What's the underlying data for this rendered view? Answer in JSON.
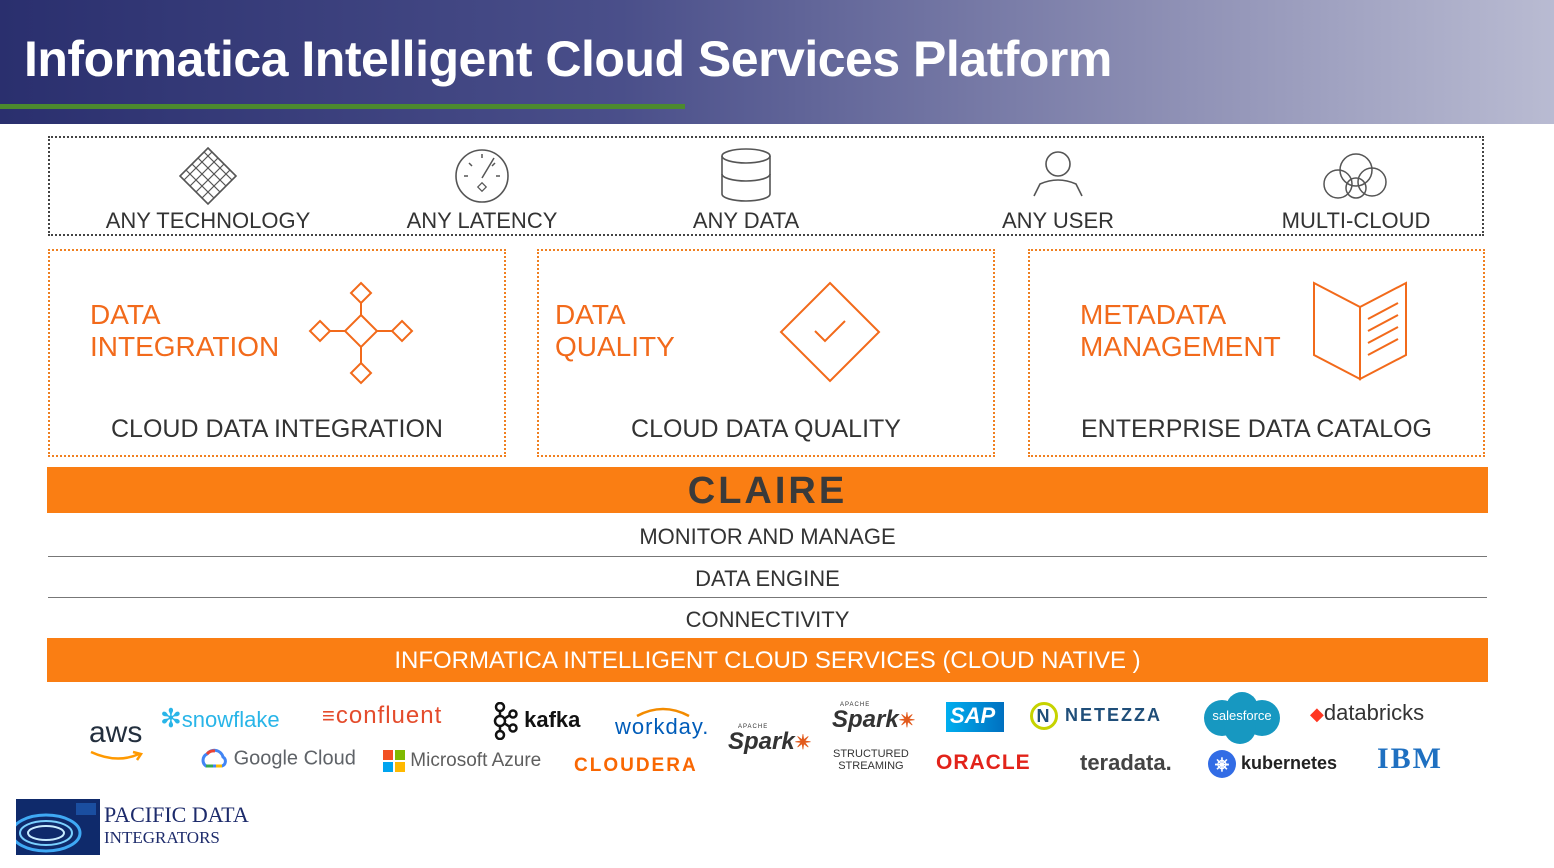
{
  "header": {
    "title": "Informatica Intelligent Cloud Services Platform"
  },
  "pillars": [
    {
      "label": "ANY TECHNOLOGY",
      "icon": "diamond-grid-icon"
    },
    {
      "label": "ANY LATENCY",
      "icon": "speedometer-icon"
    },
    {
      "label": "ANY DATA",
      "icon": "database-icon"
    },
    {
      "label": "ANY USER",
      "icon": "user-icon"
    },
    {
      "label": "MULTI-CLOUD",
      "icon": "clouds-icon"
    }
  ],
  "products": [
    {
      "title_line1": "DATA",
      "title_line2": "INTEGRATION",
      "subtitle": "CLOUD DATA INTEGRATION",
      "icon": "integration-nodes-icon"
    },
    {
      "title_line1": "DATA",
      "title_line2": "QUALITY",
      "subtitle": "CLOUD DATA QUALITY",
      "icon": "diamond-check-icon"
    },
    {
      "title_line1": "METADATA",
      "title_line2": "MANAGEMENT",
      "subtitle": "ENTERPRISE DATA CATALOG",
      "icon": "open-book-icon"
    }
  ],
  "claire": {
    "label": "CLAIRE"
  },
  "layers": [
    "MONITOR AND MANAGE",
    "DATA ENGINE",
    "CONNECTIVITY"
  ],
  "native": {
    "label": "INFORMATICA INTELLIGENT CLOUD SERVICES  (CLOUD NATIVE )"
  },
  "partners": {
    "aws": "aws",
    "snowflake": "snowflake",
    "google_cloud": "Google Cloud",
    "confluent": "confluent",
    "microsoft_azure": "Microsoft Azure",
    "kafka": "kafka",
    "workday": "workday.",
    "cloudera": "CLOUDERA",
    "spark": "Spark",
    "spark_apache": "APACHE",
    "spark_streaming": "Spark",
    "spark_streaming_apache": "APACHE",
    "structured_streaming_1": "STRUCTURED",
    "structured_streaming_2": "STREAMING",
    "sap": "SAP",
    "oracle": "ORACLE",
    "netezza": "NETEZZA",
    "netezza_mark": "N",
    "teradata": "teradata.",
    "salesforce": "salesforce",
    "kubernetes": "kubernetes",
    "databricks": "databricks",
    "ibm": "IBM"
  },
  "footer": {
    "company_line1": "PACIFIC DATA",
    "company_line2": "INTEGRATORS"
  },
  "colors": {
    "orange": "#fa7e13",
    "product_orange": "#f26a1b",
    "banner_dark": "#2a2f6e",
    "green_rule": "#4c8a2e"
  }
}
